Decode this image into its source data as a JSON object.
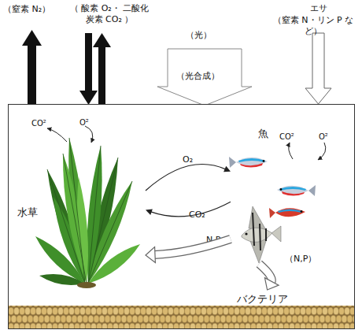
{
  "diagram": {
    "nodes": [
      {
        "text": [
          "水草"
        ]
      },
      {
        "text": [
          "魚"
        ]
      },
      {
        "text": [
          "バクテリア"
        ]
      }
    ],
    "edges": [
      {
        "from": 0,
        "to": 1,
        "arrow": "to",
        "label": "O₂"
      },
      {
        "from": 1,
        "to": 0,
        "arrow": "to",
        "label": "CO₂"
      },
      {
        "from": 1,
        "to": 0,
        "arrow": "to",
        "label": "N.P"
      },
      {
        "from": 1,
        "to": 2,
        "arrow": "to",
        "label": "（N,P）"
      }
    ],
    "labels": [
      "（窒素 N₂）",
      "（ 酸素 O₂・ 二酸化炭素 CO₂ ）",
      "（光）",
      "（光合成）",
      "エサ",
      "（窒素 N・リン P など）",
      "CO²",
      "O²",
      "CO²",
      "O²"
    ]
  }
}
